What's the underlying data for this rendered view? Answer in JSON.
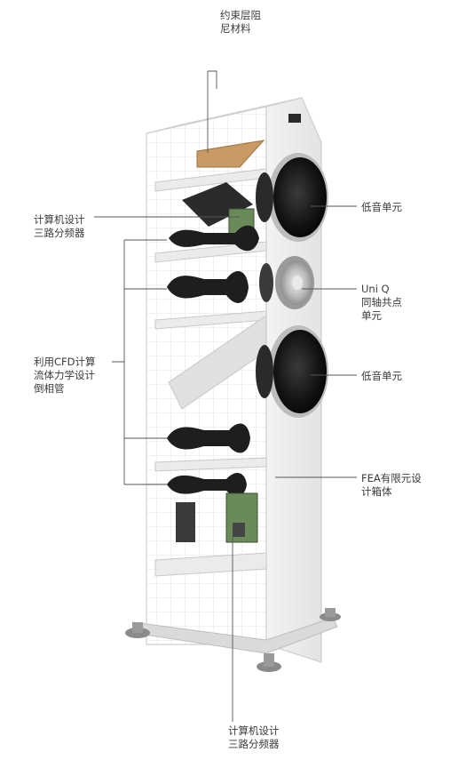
{
  "labels": {
    "damping": {
      "line1": "约束层阻",
      "line2": "尼材料"
    },
    "crossover_top": {
      "line1": "计算机设计",
      "line2": "三路分频器"
    },
    "woofer_top": {
      "line1": "低音单元"
    },
    "uniq": {
      "line1": "Uni Q",
      "line2": "同轴共点",
      "line3": "单元"
    },
    "cfd_port": {
      "line1": "利用CFD计算",
      "line2": "流体力学设计",
      "line3": "倒相管"
    },
    "woofer_bottom": {
      "line1": "低音单元"
    },
    "fea_cabinet": {
      "line1": "FEA有限元设",
      "line2": "计箱体"
    },
    "crossover_bottom": {
      "line1": "计算机设计",
      "line2": "三路分频器"
    }
  },
  "colors": {
    "leader_line": "#555555",
    "cabinet_frame": "#cfcfcf",
    "driver_cone": "#1b1b1b",
    "port_tube": "#202020",
    "damping_panel": "#c99a63"
  }
}
